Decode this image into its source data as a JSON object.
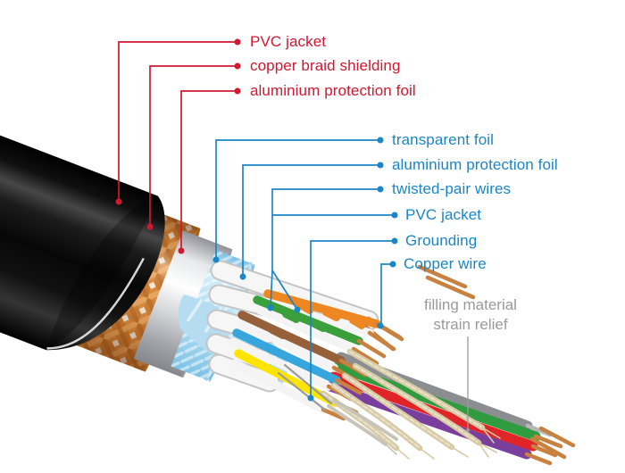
{
  "colors": {
    "background": "#ffffff",
    "red_label": "#d11830",
    "blue_label": "#1a86c6",
    "gray_label": "#9a9a9a"
  },
  "callouts": {
    "outer_layers": [
      {
        "label": "PVC jacket"
      },
      {
        "label": "copper braid shielding"
      },
      {
        "label": "aluminium protection foil"
      }
    ],
    "inner_layers": [
      {
        "label": "transparent foil"
      },
      {
        "label": "aluminium protection foil"
      },
      {
        "label": "twisted-pair wires"
      },
      {
        "label": "PVC jacket"
      },
      {
        "label": "Grounding"
      },
      {
        "label": "Copper wire"
      }
    ],
    "filling": {
      "line1": "filling material",
      "line2": "strain relief"
    }
  },
  "illustration_colors": {
    "jacket_black": "#0a0a0a",
    "copper_braid": "#d8883c",
    "aluminium_foil": "#d9dadd",
    "transparent_foil": "#bfe3f4",
    "pair_white": "#f4f4f4",
    "wire_orange": "#ee8722",
    "wire_green": "#3aa03c",
    "wire_brown": "#96603a",
    "wire_blue": "#36a6dc",
    "wire_yellow": "#ffe400",
    "wire_red": "#e02428",
    "wire_purple": "#7a3e9c",
    "wire_gray": "#8b8e90",
    "copper": "#c8813f",
    "filling_tan": "#d7caa7"
  }
}
